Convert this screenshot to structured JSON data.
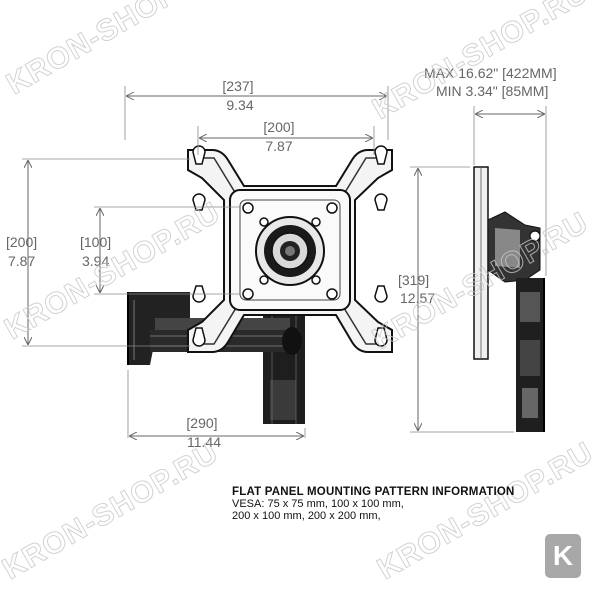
{
  "watermark": "KRON-SHOP.RU",
  "dimensions": {
    "overall_width": {
      "mm": "[237]",
      "in": "9.34"
    },
    "vesa_width": {
      "mm": "[200]",
      "in": "7.87"
    },
    "vesa_height": {
      "mm": "[200]",
      "in": "7.87"
    },
    "vesa_inner": {
      "mm": "[100]",
      "in": "3.94"
    },
    "depth": {
      "mm": "[290]",
      "in": "11.44"
    },
    "height": {
      "mm": "[319]",
      "in": "12.57"
    },
    "extension_max": "MAX 16.62\" [422MM]",
    "extension_min": "MIN 3.34\" [85MM]"
  },
  "info": {
    "title": "FLAT PANEL MOUNTING PATTERN INFORMATION",
    "lines": [
      "VESA: 75 x 75 mm, 100 x 100 mm,",
      "200 x 100 mm, 200 x 200 mm,"
    ]
  },
  "logo_letter": "K",
  "colors": {
    "drawing": "#1a1a1a",
    "dimension": "#666666",
    "watermark": "#c8c8c8",
    "logo": "#a8a8a8"
  }
}
